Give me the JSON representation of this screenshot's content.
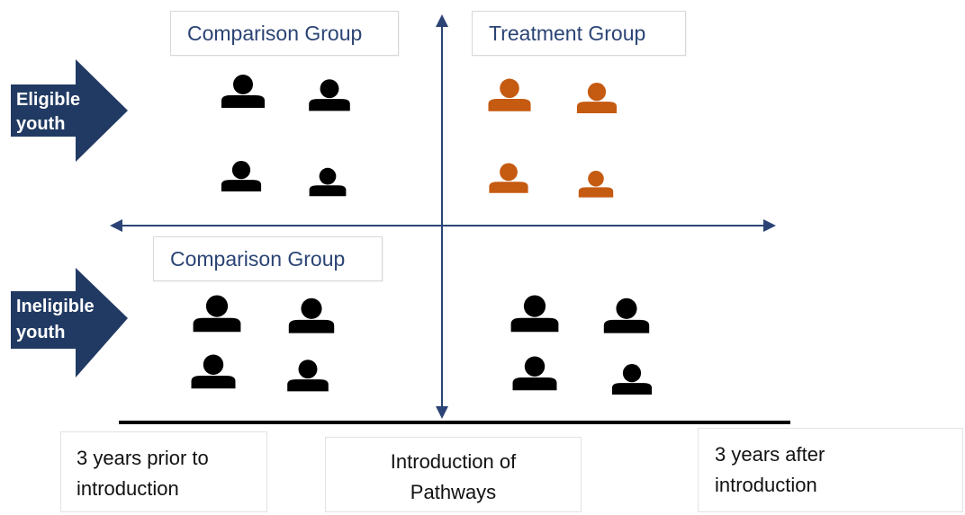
{
  "labels": {
    "top_left_group": "Comparison Group",
    "top_right_group": "Treatment Group",
    "bottom_left_group": "Comparison Group"
  },
  "arrows": {
    "eligible": [
      "Eligible",
      "youth"
    ],
    "ineligible": [
      "Ineligible",
      "youth"
    ]
  },
  "timeline": {
    "before": [
      "3 years prior to",
      "introduction"
    ],
    "intro": [
      "Introduction of",
      "Pathways"
    ],
    "after": [
      "3 years after",
      "introduction"
    ]
  },
  "colors": {
    "axis": "#2b4475",
    "arrow_fill": "#213a63",
    "person_black": "#000000",
    "person_orange": "#c55a11",
    "label_text": "#2b4475"
  },
  "icons": {
    "person": "person-icon"
  }
}
